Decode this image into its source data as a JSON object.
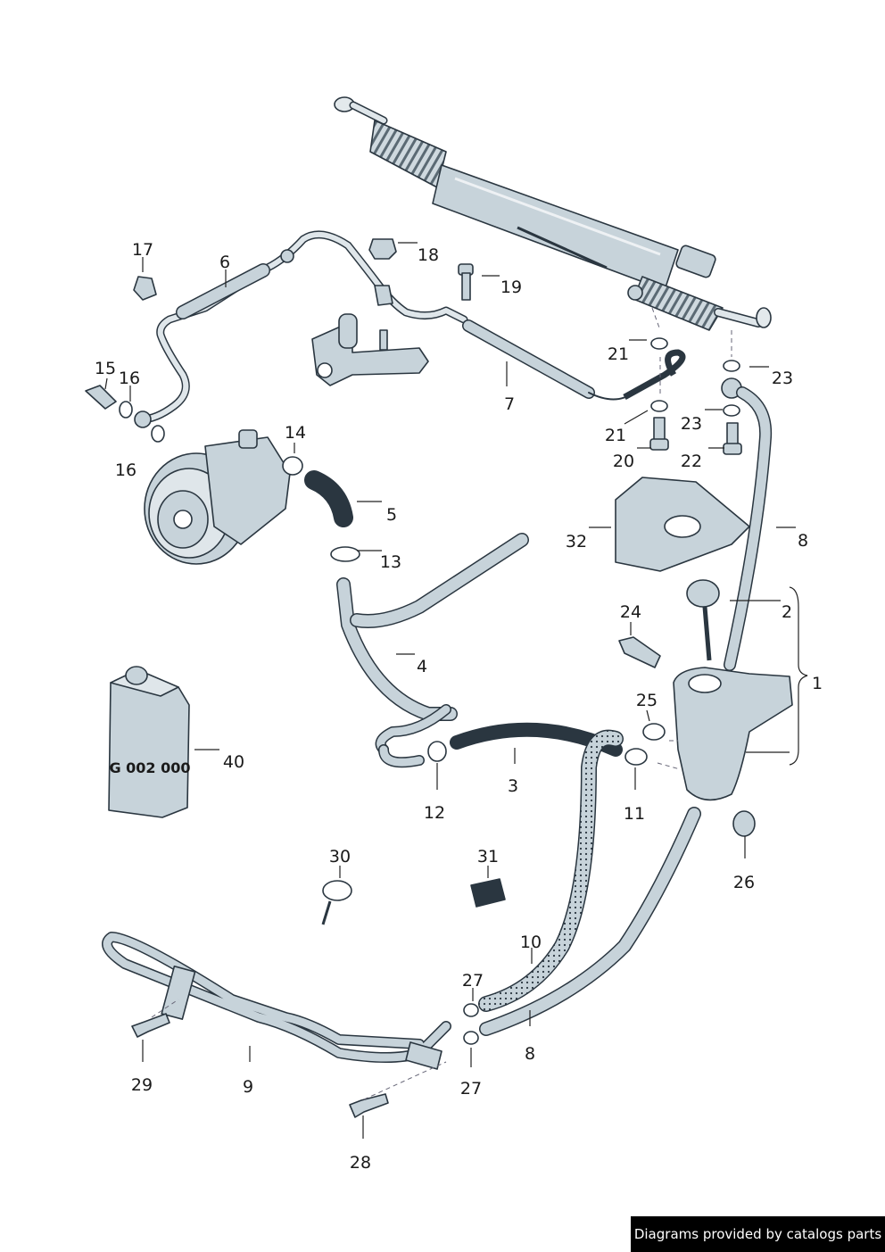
{
  "diagram": {
    "callouts": [
      "1",
      "2",
      "3",
      "4",
      "5",
      "6",
      "7",
      "8",
      "8",
      "9",
      "10",
      "11",
      "12",
      "13",
      "14",
      "15",
      "16",
      "16",
      "17",
      "18",
      "19",
      "20",
      "21",
      "21",
      "22",
      "23",
      "23",
      "24",
      "25",
      "26",
      "27",
      "27",
      "28",
      "29",
      "30",
      "31",
      "32",
      "40"
    ],
    "can_label": "G 002 000"
  },
  "footer": {
    "text": "Diagrams provided by catalogs parts"
  },
  "colors": {
    "part_fill": "#c7d3da",
    "part_outline": "#2a3640",
    "footer_bg": "#000000",
    "footer_text": "#ffffff"
  }
}
